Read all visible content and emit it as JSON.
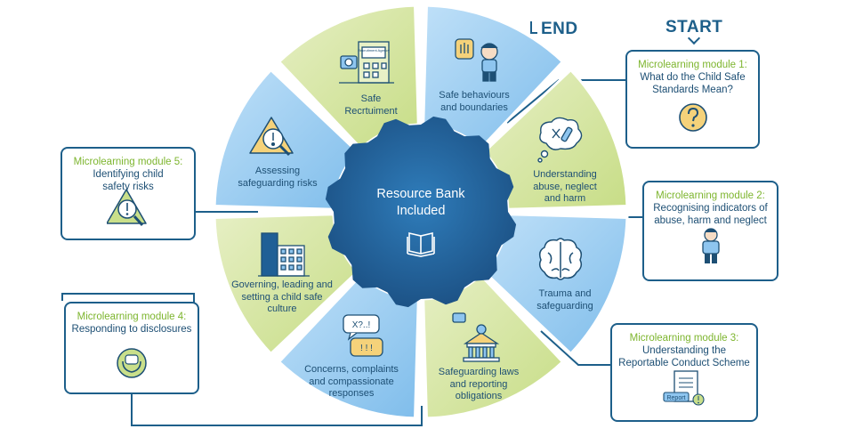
{
  "center": {
    "title_line1": "Resource Bank",
    "title_line2": "Included"
  },
  "markers": {
    "end": "END",
    "start": "START"
  },
  "segments": [
    {
      "line1": "Safe behaviours",
      "line2": "and boundaries",
      "line3": "",
      "line4": ""
    },
    {
      "line1": "Understanding",
      "line2": "abuse, neglect",
      "line3": "and harm",
      "line4": ""
    },
    {
      "line1": "Trauma and",
      "line2": "safeguarding",
      "line3": "",
      "line4": ""
    },
    {
      "line1": "Safeguarding laws",
      "line2": "and reporting",
      "line3": "obligations",
      "line4": ""
    },
    {
      "line1": "Concerns, complaints",
      "line2": "and compassionate",
      "line3": "responses",
      "line4": ""
    },
    {
      "line1": "Governing, leading and",
      "line2": "setting a child safe",
      "line3": "culture",
      "line4": ""
    },
    {
      "line1": "Assessing",
      "line2": "safeguarding risks",
      "line3": "",
      "line4": ""
    },
    {
      "line1": "Safe",
      "line2": "Recrtuiment",
      "line3": "",
      "line4": ""
    }
  ],
  "icon_text": {
    "recruitment_sign": "Recruitment Agency",
    "speech_top": "X?..!",
    "speech_bottom": "! ! !",
    "report_tag": "Report"
  },
  "modules": [
    {
      "label": "Microlearning module 1:",
      "line1": "What do the Child Safe",
      "line2": "Standards Mean?"
    },
    {
      "label": "Microlearning module 2:",
      "line1": "Recognising indicators of",
      "line2": "abuse, harm and neglect"
    },
    {
      "label": "Microlearning module 3:",
      "line1": "Understanding the",
      "line2": "Reportable Conduct Scheme"
    },
    {
      "label": "Microlearning module 4:",
      "line1": "Responding to disclosures",
      "line2": ""
    },
    {
      "label": "Microlearning module 5:",
      "line1": "Identifying child",
      "line2": "safety risks"
    }
  ],
  "colors": {
    "blue_segment": "#8ec5ef",
    "green_segment": "#c9df8a",
    "center": "#1f5f96",
    "outline": "#1d5f8a",
    "label_green": "#7db52e",
    "text": "#1d4f74"
  }
}
